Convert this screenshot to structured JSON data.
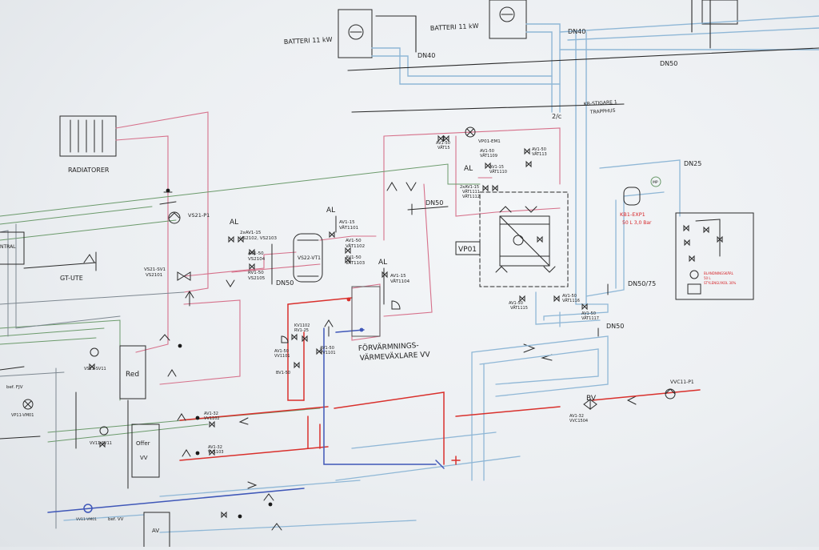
{
  "labels": {
    "batteri_left": "BATTERI 11 kW",
    "batteri_mid": "BATTERI 11 kW",
    "dn40_a": "DN40",
    "dn40_b": "DN40",
    "dn50_top": "DN50",
    "kb_stigare_1": "KB-STIGARE 1",
    "kb_stigare_2": "TRAPPHUS",
    "two_c": "2/c",
    "radiatorer": "RADIATORER",
    "vs21_p1": "VS21-P1",
    "al_1": "AL",
    "al_2": "AL",
    "al_3": "AL",
    "al_4": "AL",
    "al_5": "AL",
    "avs_group_1": "2xAV1-15",
    "avs_group_1b": "VS2102, VS2103",
    "av1_15_vat": "AV1-15",
    "vat1101": "VÄT1101",
    "av1_50_vs": "AV1-50",
    "vs2104": "VS2104",
    "rv1_50": "RV1-50",
    "vs2105": "VS2105",
    "vs22_vt1": "VS22-VT1",
    "av1_50_a": "AV1-50",
    "vat1102": "VÄT1102",
    "av1_50_b": "AV1-50",
    "vat1103": "VÄT1103",
    "av1_15_c": "AV1-15",
    "vat1104": "VÄT1104",
    "dn50_mid": "DN50",
    "dn50_left": "DN50",
    "central": "NTRAL",
    "gt_ute": "GT-UTE",
    "vs21_sv1": "VS21-SV1",
    "vs2101": "VS2101",
    "vp01": "VP01",
    "vp01_em1": "VP01-EM1",
    "av1_50_t1": "AV1-50",
    "vat15": "VÄT15",
    "av1_50_t2": "AV1-50",
    "vat1109": "VÄT1109",
    "av1_50_t3": "AV1-50",
    "vat113": "VÄT113",
    "av1_15_t4": "AV1-15",
    "vat1110": "VÄT1110",
    "av1_15_t5": "2xAV1-15",
    "vat1111": "VÄT1111",
    "vat1112": "VÄT1112",
    "kb1_exp1": "KB1-EXP1",
    "kb1_exp1_spec": "50 L 3,0 Bar",
    "dn25": "DN25",
    "mp": "MP",
    "dn50_75": "DN50/75",
    "dn50_right": "DN50",
    "av1_50_r1": "AV1-50",
    "vat1115": "VÄT1115",
    "av1_50_r2": "AV1-50",
    "vat1116": "VÄT1116",
    "av1_50_r3": "AV1-50",
    "vat1117": "VÄT1117",
    "kv1102": "KV1102",
    "rv1_25": "RV1-25",
    "av1_50_k1": "AV1-50",
    "vv1101": "VV1101",
    "av1_50_k2": "AV1-50",
    "vv1101b": "VV1101",
    "bv1_50": "BV1-50",
    "forvarmnings_1": "FÖRVÄRMNINGS-",
    "forvarmnings_2": "VÄRMEVÄXLARE VV",
    "bv": "BV",
    "av1_32_bv": "AV1-32",
    "vvc1504": "VVC1504",
    "vvc11_p1": "VVC11-P1",
    "vs21_sv11": "VS21-SV11",
    "red": "Red",
    "bef_fjv": "bef. FJV",
    "vp11_vm01": "VP11-VM01",
    "av1_32_a": "AV1-32",
    "vv1102": "VV1102",
    "av1_32_b": "AV1-32",
    "vv1103": "VV1103",
    "offer_vv_1": "Offer",
    "offer_vv_2": "VV",
    "vv11_sv11": "VV11-SV11",
    "av_bottom": "AV",
    "bef_vv": "bef. VV",
    "vv11_vm01": "VV11-VM01",
    "exp_box_1": "BLANDNINGSKÄRL",
    "exp_box_2": "50 L",
    "exp_box_3": "STYLENGLYKOL 30%"
  },
  "colors": {
    "line": "#2a2a2a",
    "red": "#d9302c",
    "blue": "#3f57b8",
    "pink": "#d6708a",
    "green": "#6b9a6b",
    "lightblue": "#8fb7d6"
  }
}
